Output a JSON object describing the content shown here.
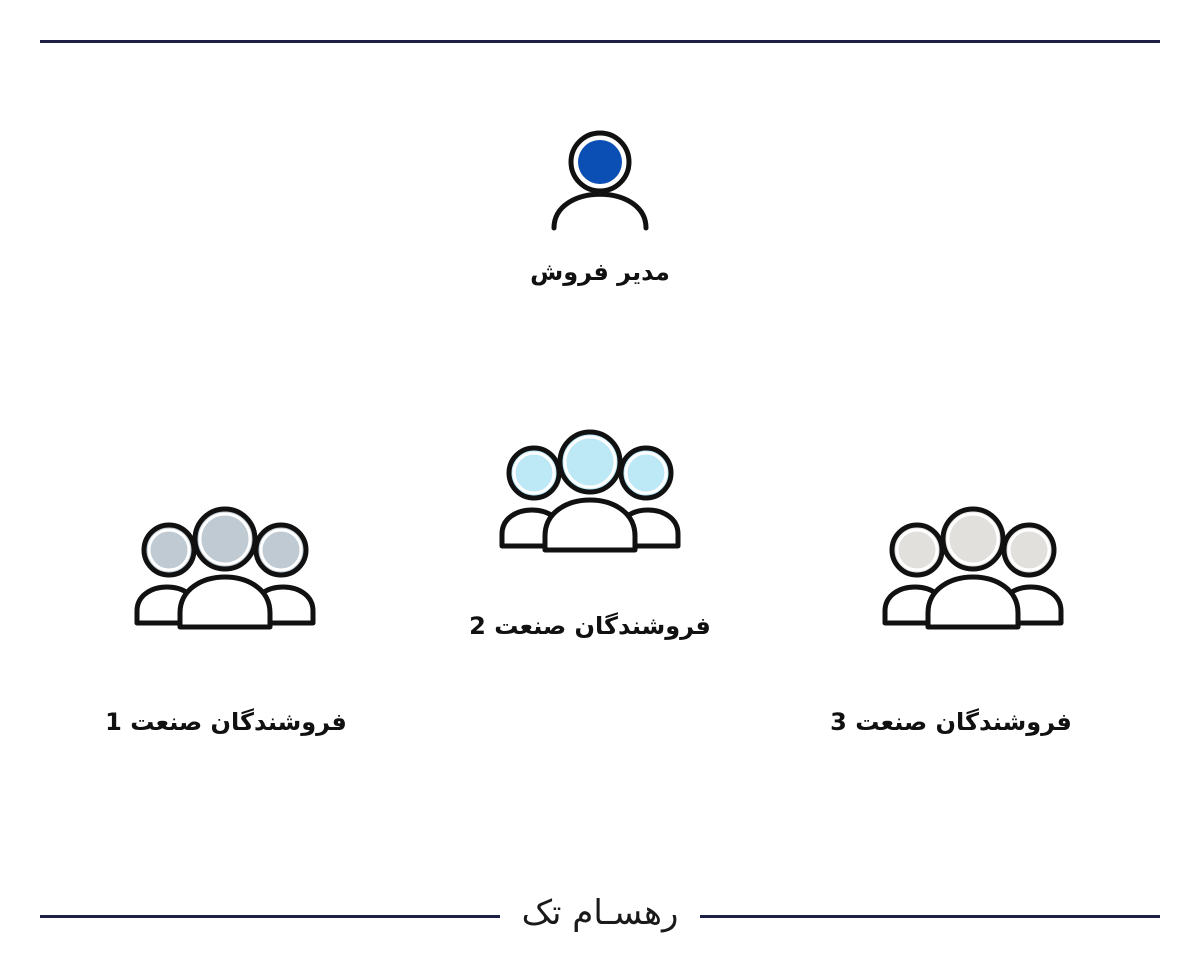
{
  "diagram": {
    "manager": {
      "label": "مدیر فروش",
      "icon": "person-icon",
      "head_color": "#0b4fb5"
    },
    "groups": [
      {
        "label": "فروشندگان صنعت 1",
        "icon": "team-icon",
        "head_color": "#bfcad2"
      },
      {
        "label": "فروشندگان صنعت 2",
        "icon": "team-icon",
        "head_color": "#bde9f7"
      },
      {
        "label": "فروشندگان صنعت 3",
        "icon": "team-icon",
        "head_color": "#e2e0dc"
      }
    ]
  },
  "footer": {
    "logo_text": "رهسـام تک"
  },
  "colors": {
    "rule": "#1e1f44",
    "stroke": "#111111"
  }
}
